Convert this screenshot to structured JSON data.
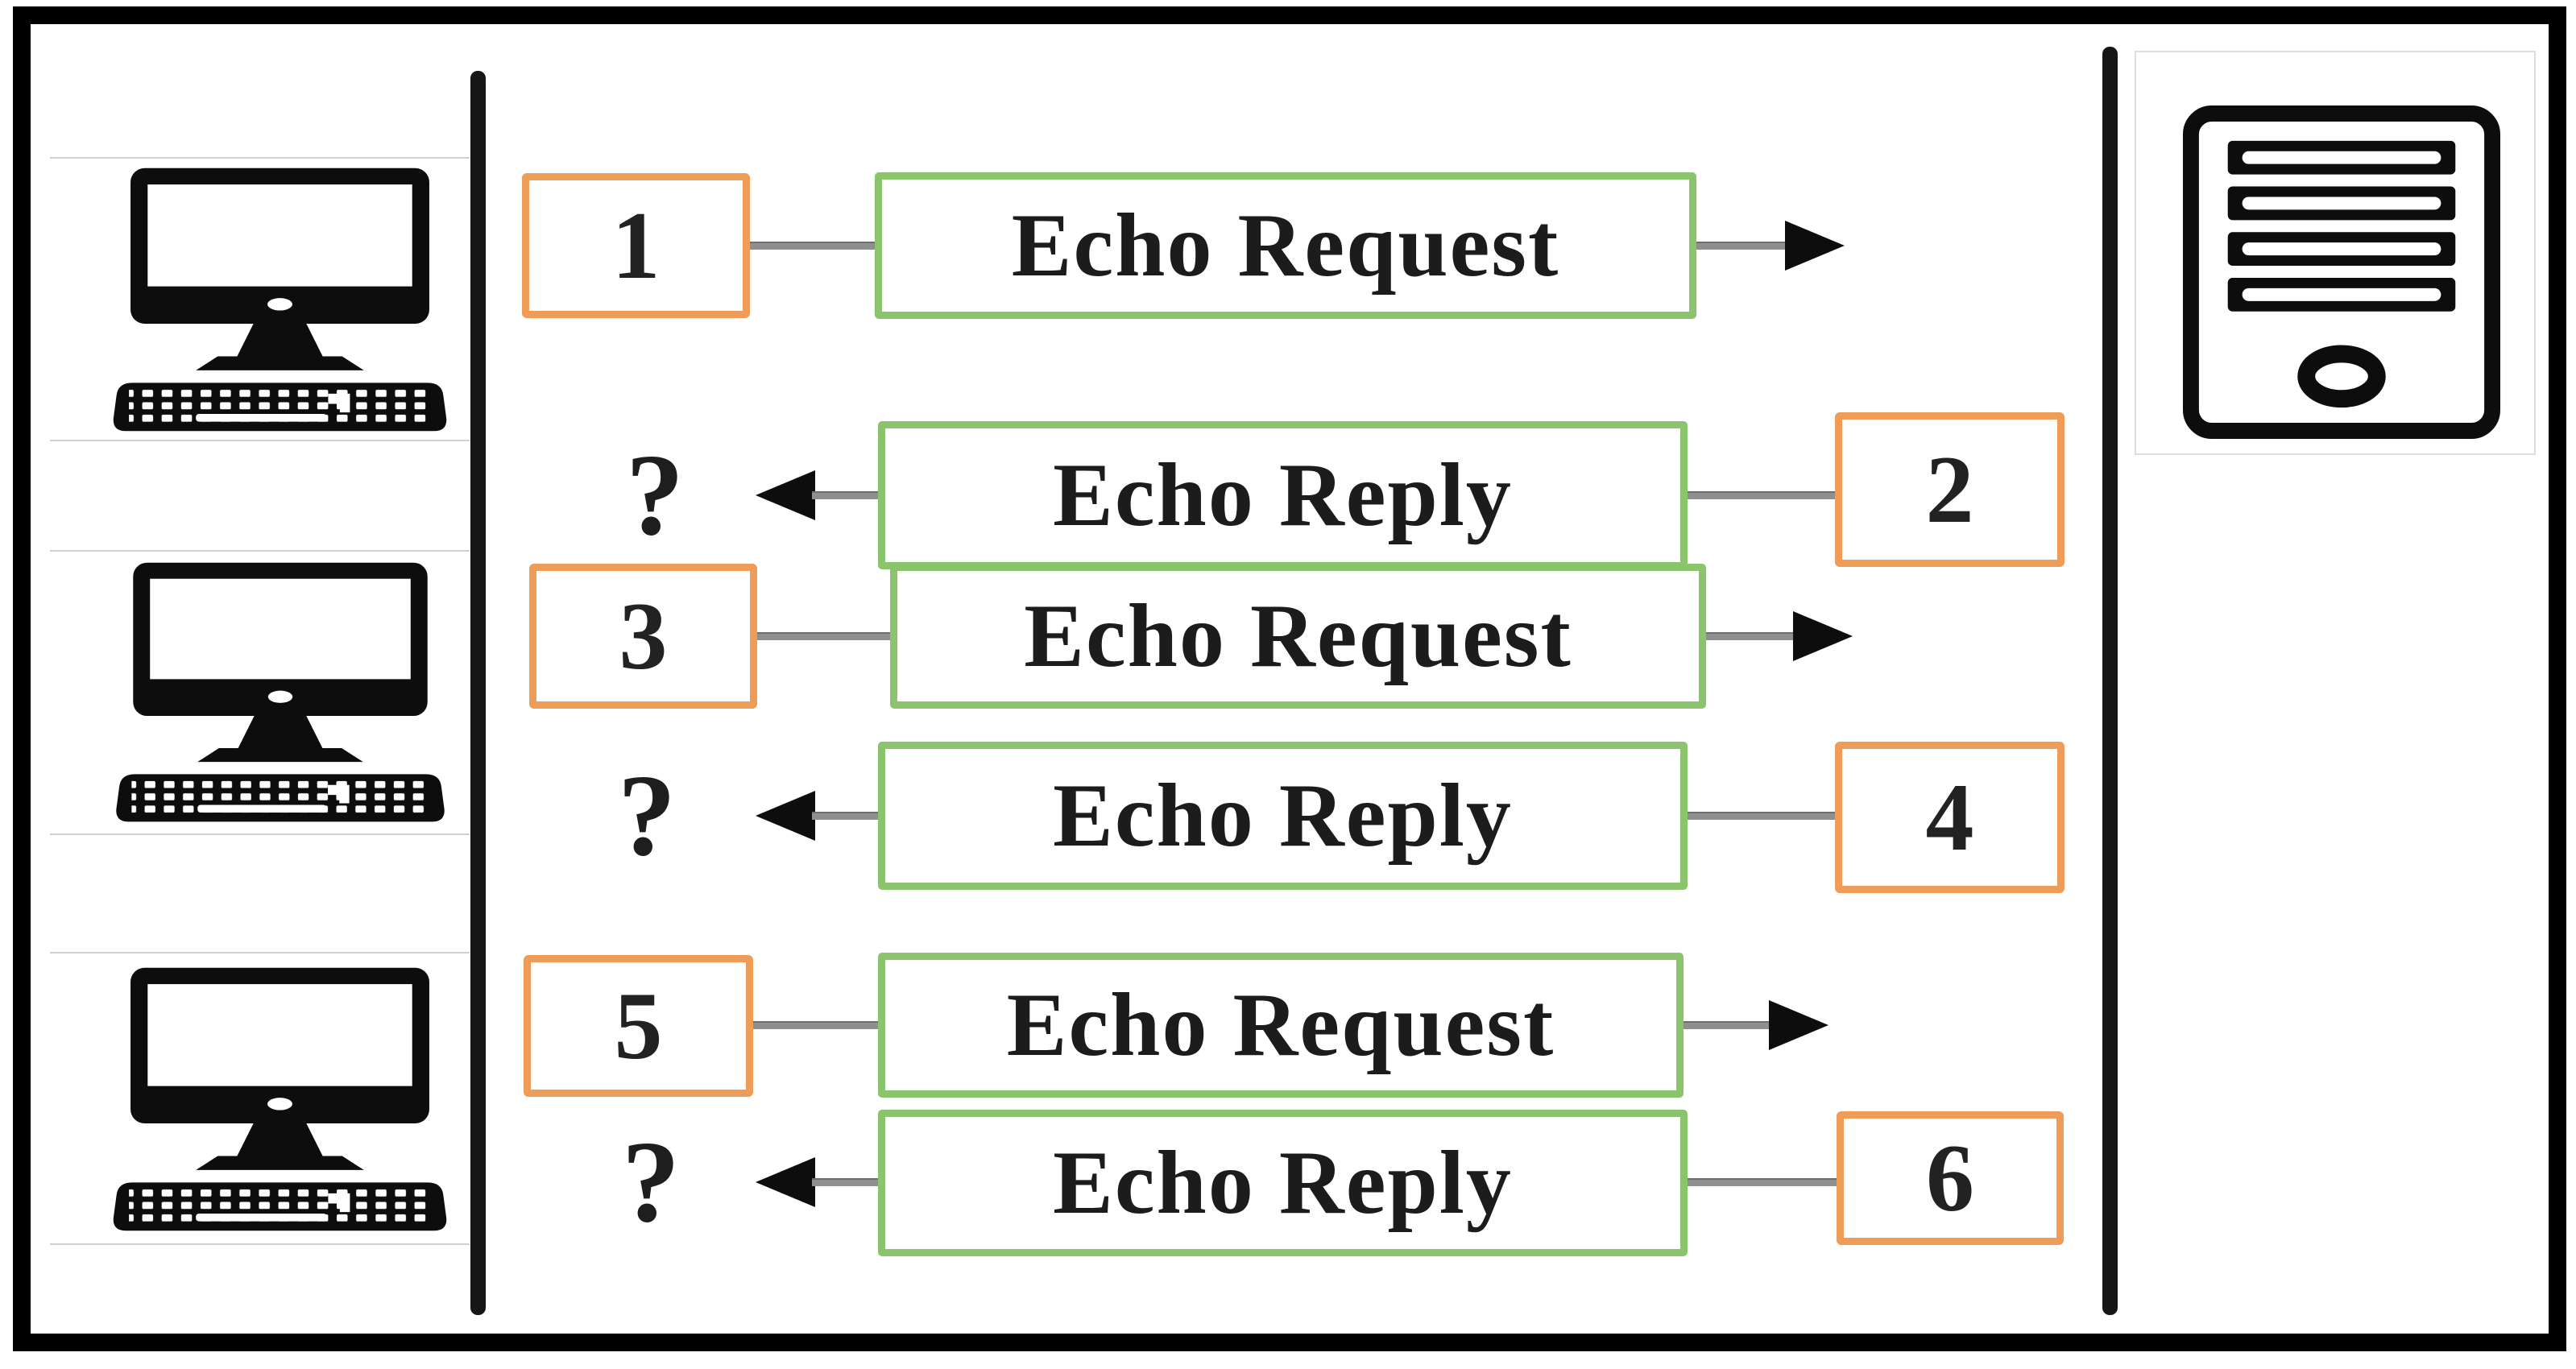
{
  "diagram": {
    "kind": "icmp-echo-sequence",
    "description": "Three client computers send numbered Echo Request messages to a server; the server returns numbered Echo Reply messages whose delivery is marked with a question mark",
    "clients": [
      {
        "icon": "desktop-computer-icon"
      },
      {
        "icon": "desktop-computer-icon"
      },
      {
        "icon": "desktop-computer-icon"
      }
    ],
    "server": {
      "icon": "server-icon"
    },
    "messages": [
      {
        "seq": "1",
        "label": "Echo Request",
        "direction": "client-to-server"
      },
      {
        "seq": "2",
        "label": "Echo Reply",
        "direction": "server-to-client",
        "delivery_marker": "?"
      },
      {
        "seq": "3",
        "label": "Echo Request",
        "direction": "client-to-server"
      },
      {
        "seq": "4",
        "label": "Echo Reply",
        "direction": "server-to-client",
        "delivery_marker": "?"
      },
      {
        "seq": "5",
        "label": "Echo Request",
        "direction": "client-to-server"
      },
      {
        "seq": "6",
        "label": "Echo Reply",
        "direction": "server-to-client",
        "delivery_marker": "?"
      }
    ],
    "colors": {
      "seq-border": "#EE9C58",
      "msg-border": "#8CC46E",
      "connector": "#8F8F8F",
      "ink": "#111111",
      "cell-border": "#CFCFCF",
      "canvas-bg": "#FFFFFF"
    }
  }
}
